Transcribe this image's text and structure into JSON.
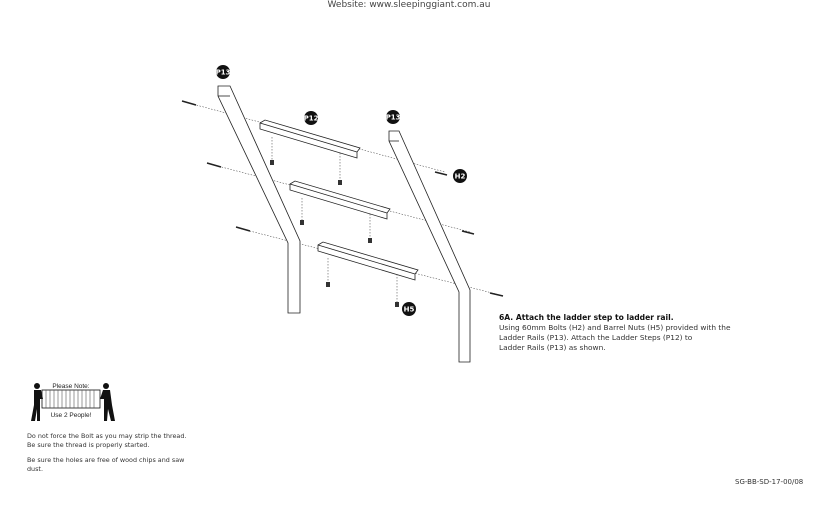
{
  "header": {
    "website": "Website: www.sleepinggiant.com.au"
  },
  "diagram": {
    "labels": {
      "rail_left": "P13",
      "step": "P12",
      "rail_right": "P13",
      "bolt": "H2",
      "nut": "H5"
    }
  },
  "instructions": {
    "title": "6A. Attach the ladder step to ladder rail.",
    "line1": "Using 60mm Bolts (H2) and Barrel Nuts (H5) provided with the",
    "line2": "Ladder Rails (P13).  Attach the Ladder Steps (P12) to",
    "line3": "Ladder Rails (P13) as shown."
  },
  "note": {
    "top": "Please Note:",
    "bottom": "Use 2 People!",
    "tip1": "Do not force the Bolt as you may strip the thread. Be sure the thread is properly started.",
    "tip2": "Be sure the holes are free of wood chips and saw dust."
  },
  "footer": {
    "code": "SG-BB-SD-17-00/08"
  }
}
